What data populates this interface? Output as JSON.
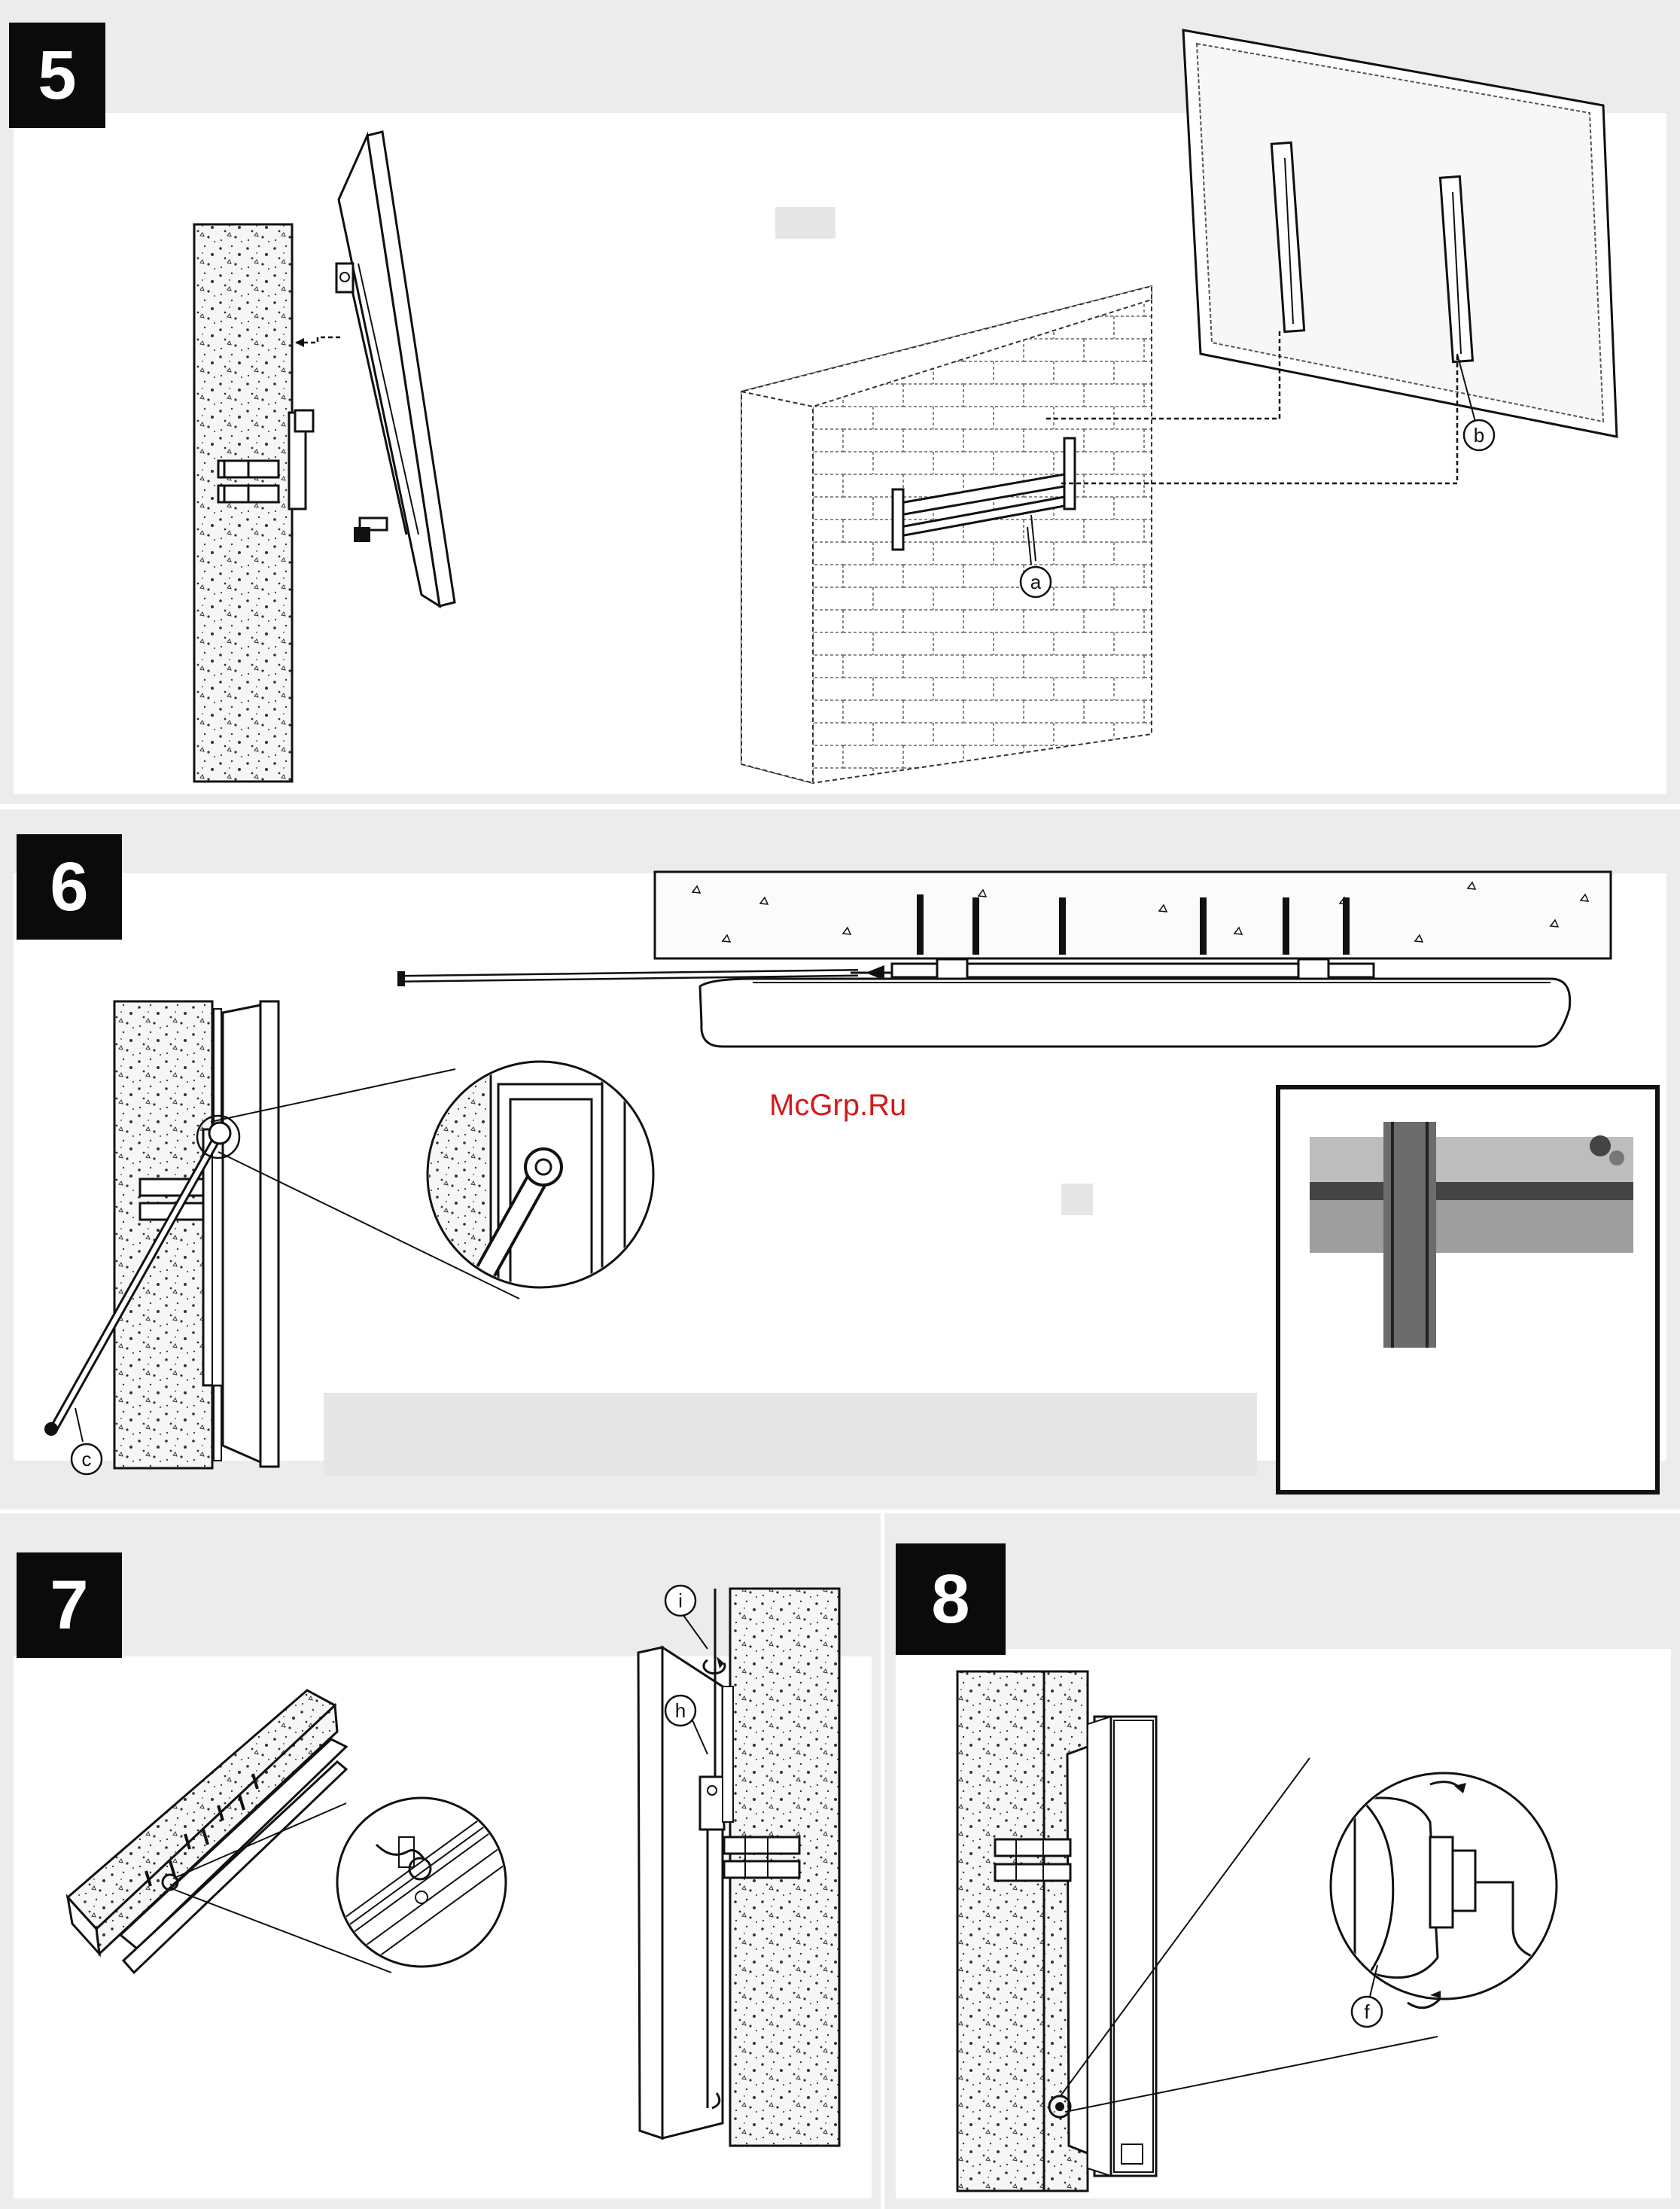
{
  "steps": [
    {
      "number": "5"
    },
    {
      "number": "6"
    },
    {
      "number": "7"
    },
    {
      "number": "8"
    }
  ],
  "callouts": {
    "a": "a",
    "b": "b",
    "c": "c",
    "f": "f",
    "h": "h",
    "i": "i"
  },
  "watermark": "McGrp.Ru",
  "colors": {
    "ink": "#111111",
    "wall_fill": "#f4f4f4",
    "badge": "#0b0b0b",
    "watermark": "#d11a1a",
    "background_block": "#e9e9e9"
  }
}
